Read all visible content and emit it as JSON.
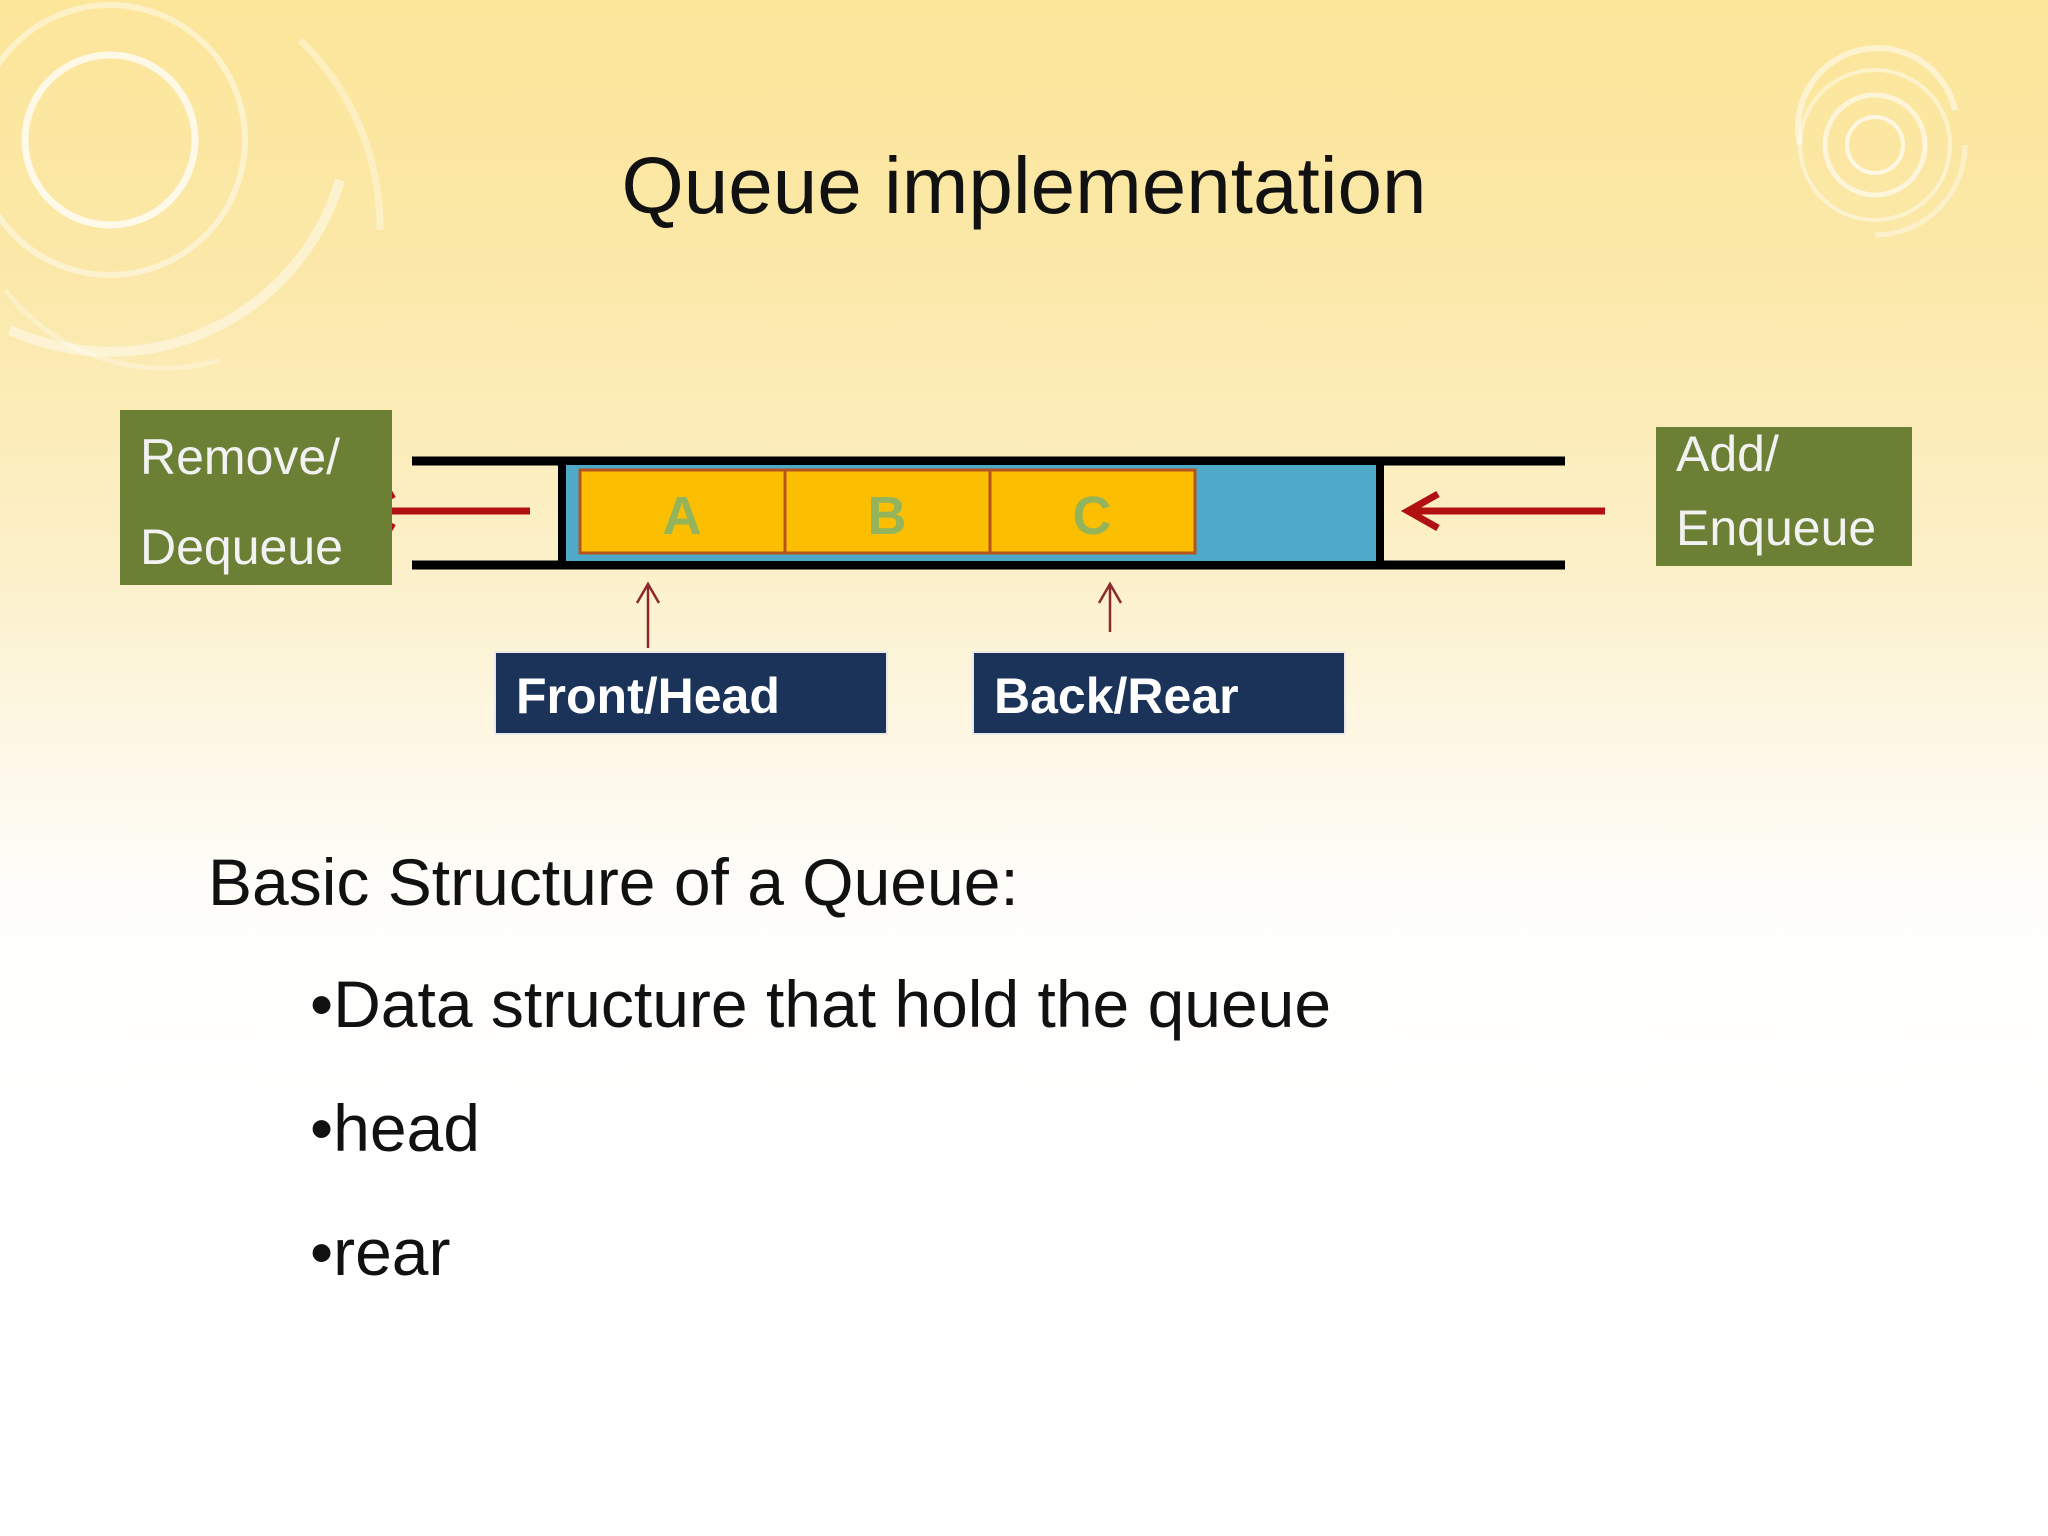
{
  "slide": {
    "title": "Queue implementation",
    "colors": {
      "label_green": "#6b7f35",
      "pointer_navy": "#1b3358",
      "queue_blue": "#4fa9c9",
      "cell_orange": "#fbbe00",
      "arrow_red": "#b01010"
    }
  },
  "diagram": {
    "remove_label": [
      "Remove/",
      "Dequeue"
    ],
    "add_label": [
      "Add/",
      "Enqueue"
    ],
    "cells": [
      "A",
      "B",
      "C"
    ],
    "front_label": "Front/Head",
    "back_label": "Back/Rear"
  },
  "content": {
    "heading": "Basic Structure of a Queue:",
    "bullets": [
      "•Data structure that hold the queue",
      "•head",
      "•rear"
    ]
  }
}
